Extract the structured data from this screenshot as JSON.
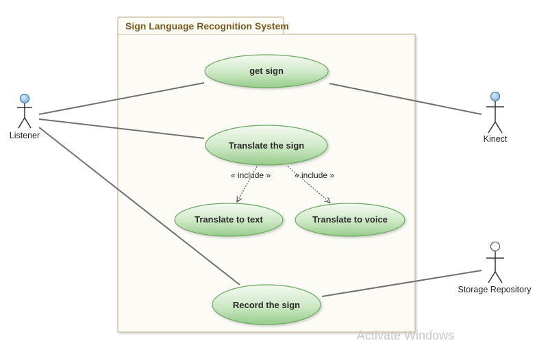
{
  "system": {
    "title": "Sign Language Recognition System"
  },
  "use_cases": {
    "get_sign": "get sign",
    "translate_sign": "Translate the sign",
    "translate_text": "Translate to text",
    "translate_voice": "Translate to voice",
    "record_sign": "Record the sign"
  },
  "actors": {
    "listener": "Listener",
    "kinect": "Kinect",
    "storage": "Storage Repository"
  },
  "relations": {
    "include_left": "« include »",
    "include_right": "« include »"
  },
  "watermark": "Activate Windows",
  "colors": {
    "usecase_light": "#f2f9ef",
    "usecase_dark": "#98cc8e",
    "usecase_border": "#6aa85f",
    "actor_head": "#9cc8e8",
    "line": "#707070",
    "system_border": "#c9b795",
    "system_bg": "#fcfbf6"
  }
}
